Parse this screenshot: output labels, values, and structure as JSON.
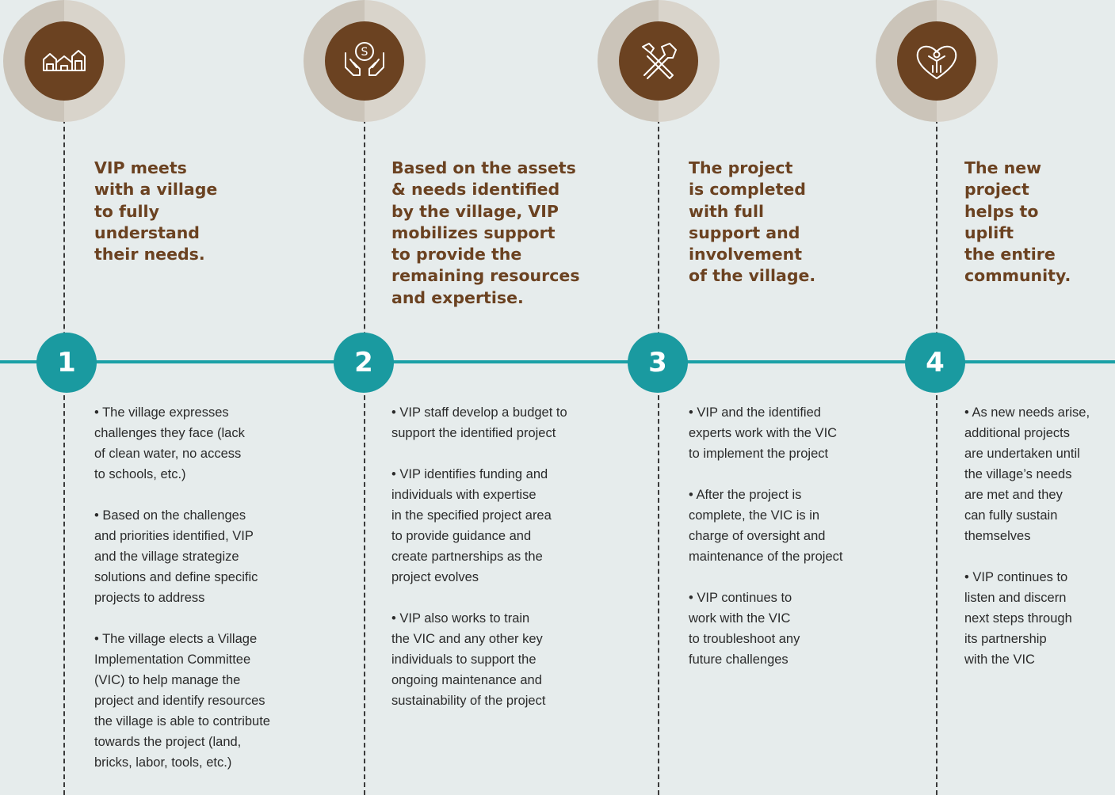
{
  "colors": {
    "accent": "#1a9aa0",
    "heading": "#6b4221",
    "icon_bg": "#6b4221",
    "ring": "#cbc4b9"
  },
  "steps": [
    {
      "number": "1",
      "icon": "houses-icon",
      "heading": "VIP meets\nwith a village\nto fully\nunderstand\ntheir needs.",
      "bullets": [
        "• The village expresses\nchallenges they face (lack\nof clean water, no access\nto schools, etc.)",
        "• Based on the challenges\nand priorities identified, VIP\nand the village strategize\nsolutions and define specific\nprojects to address",
        "• The village elects a Village\nImplementation Committee\n(VIC) to help manage the\nproject and identify resources\nthe village is able to contribute\ntowards the project (land,\nbricks, labor, tools, etc.)"
      ]
    },
    {
      "number": "2",
      "icon": "hands-coin-icon",
      "heading": "Based on the assets\n& needs identified\nby the village, VIP\nmobilizes support\nto provide the\nremaining resources\nand expertise.",
      "bullets": [
        "• VIP staff develop a budget to\nsupport the identified project",
        "• VIP identifies funding and\nindividuals with expertise\nin the specified project area\nto provide guidance and\ncreate partnerships as the\nproject evolves",
        "• VIP also works to train\nthe VIC and any other key\nindividuals to support the\nongoing maintenance and\nsustainability of the project"
      ]
    },
    {
      "number": "3",
      "icon": "tools-icon",
      "heading": "The project\nis completed\nwith full\nsupport and\ninvolvement\nof the village.",
      "bullets": [
        "• VIP and the identified\nexperts work with the VIC\nto implement the project",
        "• After the project is\ncomplete, the VIC is in\ncharge of oversight and\nmaintenance of the project",
        "• VIP continues to\nwork with the VIC\nto troubleshoot any\nfuture challenges"
      ]
    },
    {
      "number": "4",
      "icon": "heart-person-icon",
      "heading": "The new\nproject\nhelps to\nuplift\nthe entire\ncommunity.",
      "bullets": [
        "• As new needs arise,\nadditional projects\nare undertaken until\nthe village’s needs\nare met and they\ncan fully sustain\nthemselves",
        "• VIP continues to\nlisten and discern\nnext steps through\nits partnership\nwith the VIC"
      ]
    }
  ]
}
